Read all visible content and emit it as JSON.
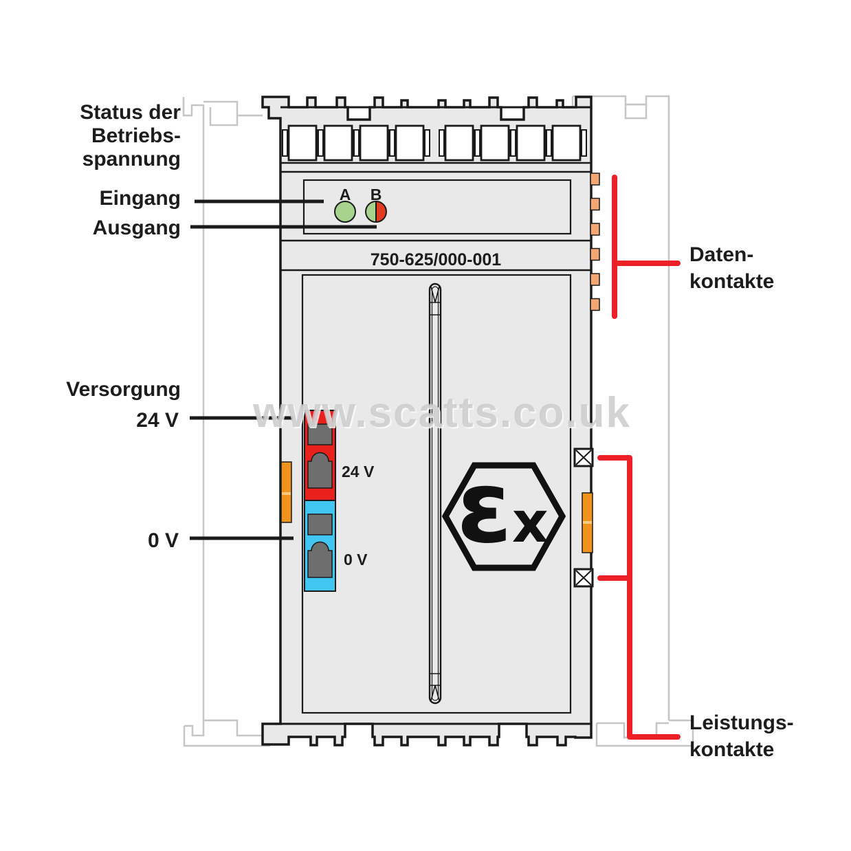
{
  "watermark": "www.scatts.co.uk",
  "colors": {
    "module_fill": "#e9e9e9",
    "module_red": "#e8211d",
    "module_blue": "#41c7f1",
    "latch_orange": "#f0921e",
    "contact_orange": "#f4a772",
    "led_green": "#a6d48f",
    "led_red": "#e33b23",
    "annotation_red": "#ed2028"
  },
  "annotations": {
    "status": {
      "line1": "Status der",
      "line2": "Betriebs-",
      "line3": "spannung"
    },
    "eingang": "Eingang",
    "ausgang": "Ausgang",
    "versorgung": "Versorgung",
    "supply_24v": "24 V",
    "supply_0v": "0 V",
    "daten": {
      "line1": "Daten-",
      "line2": "kontakte"
    },
    "leistung": {
      "line1": "Leistungs-",
      "line2": "kontakte"
    }
  },
  "module": {
    "part_number": "750-625/000-001",
    "led_a_label": "A",
    "led_b_label": "B",
    "terminal_24v_label": "24 V",
    "terminal_0v_label": "0 V",
    "ex_epsilon": "ε",
    "ex_x": "x"
  }
}
